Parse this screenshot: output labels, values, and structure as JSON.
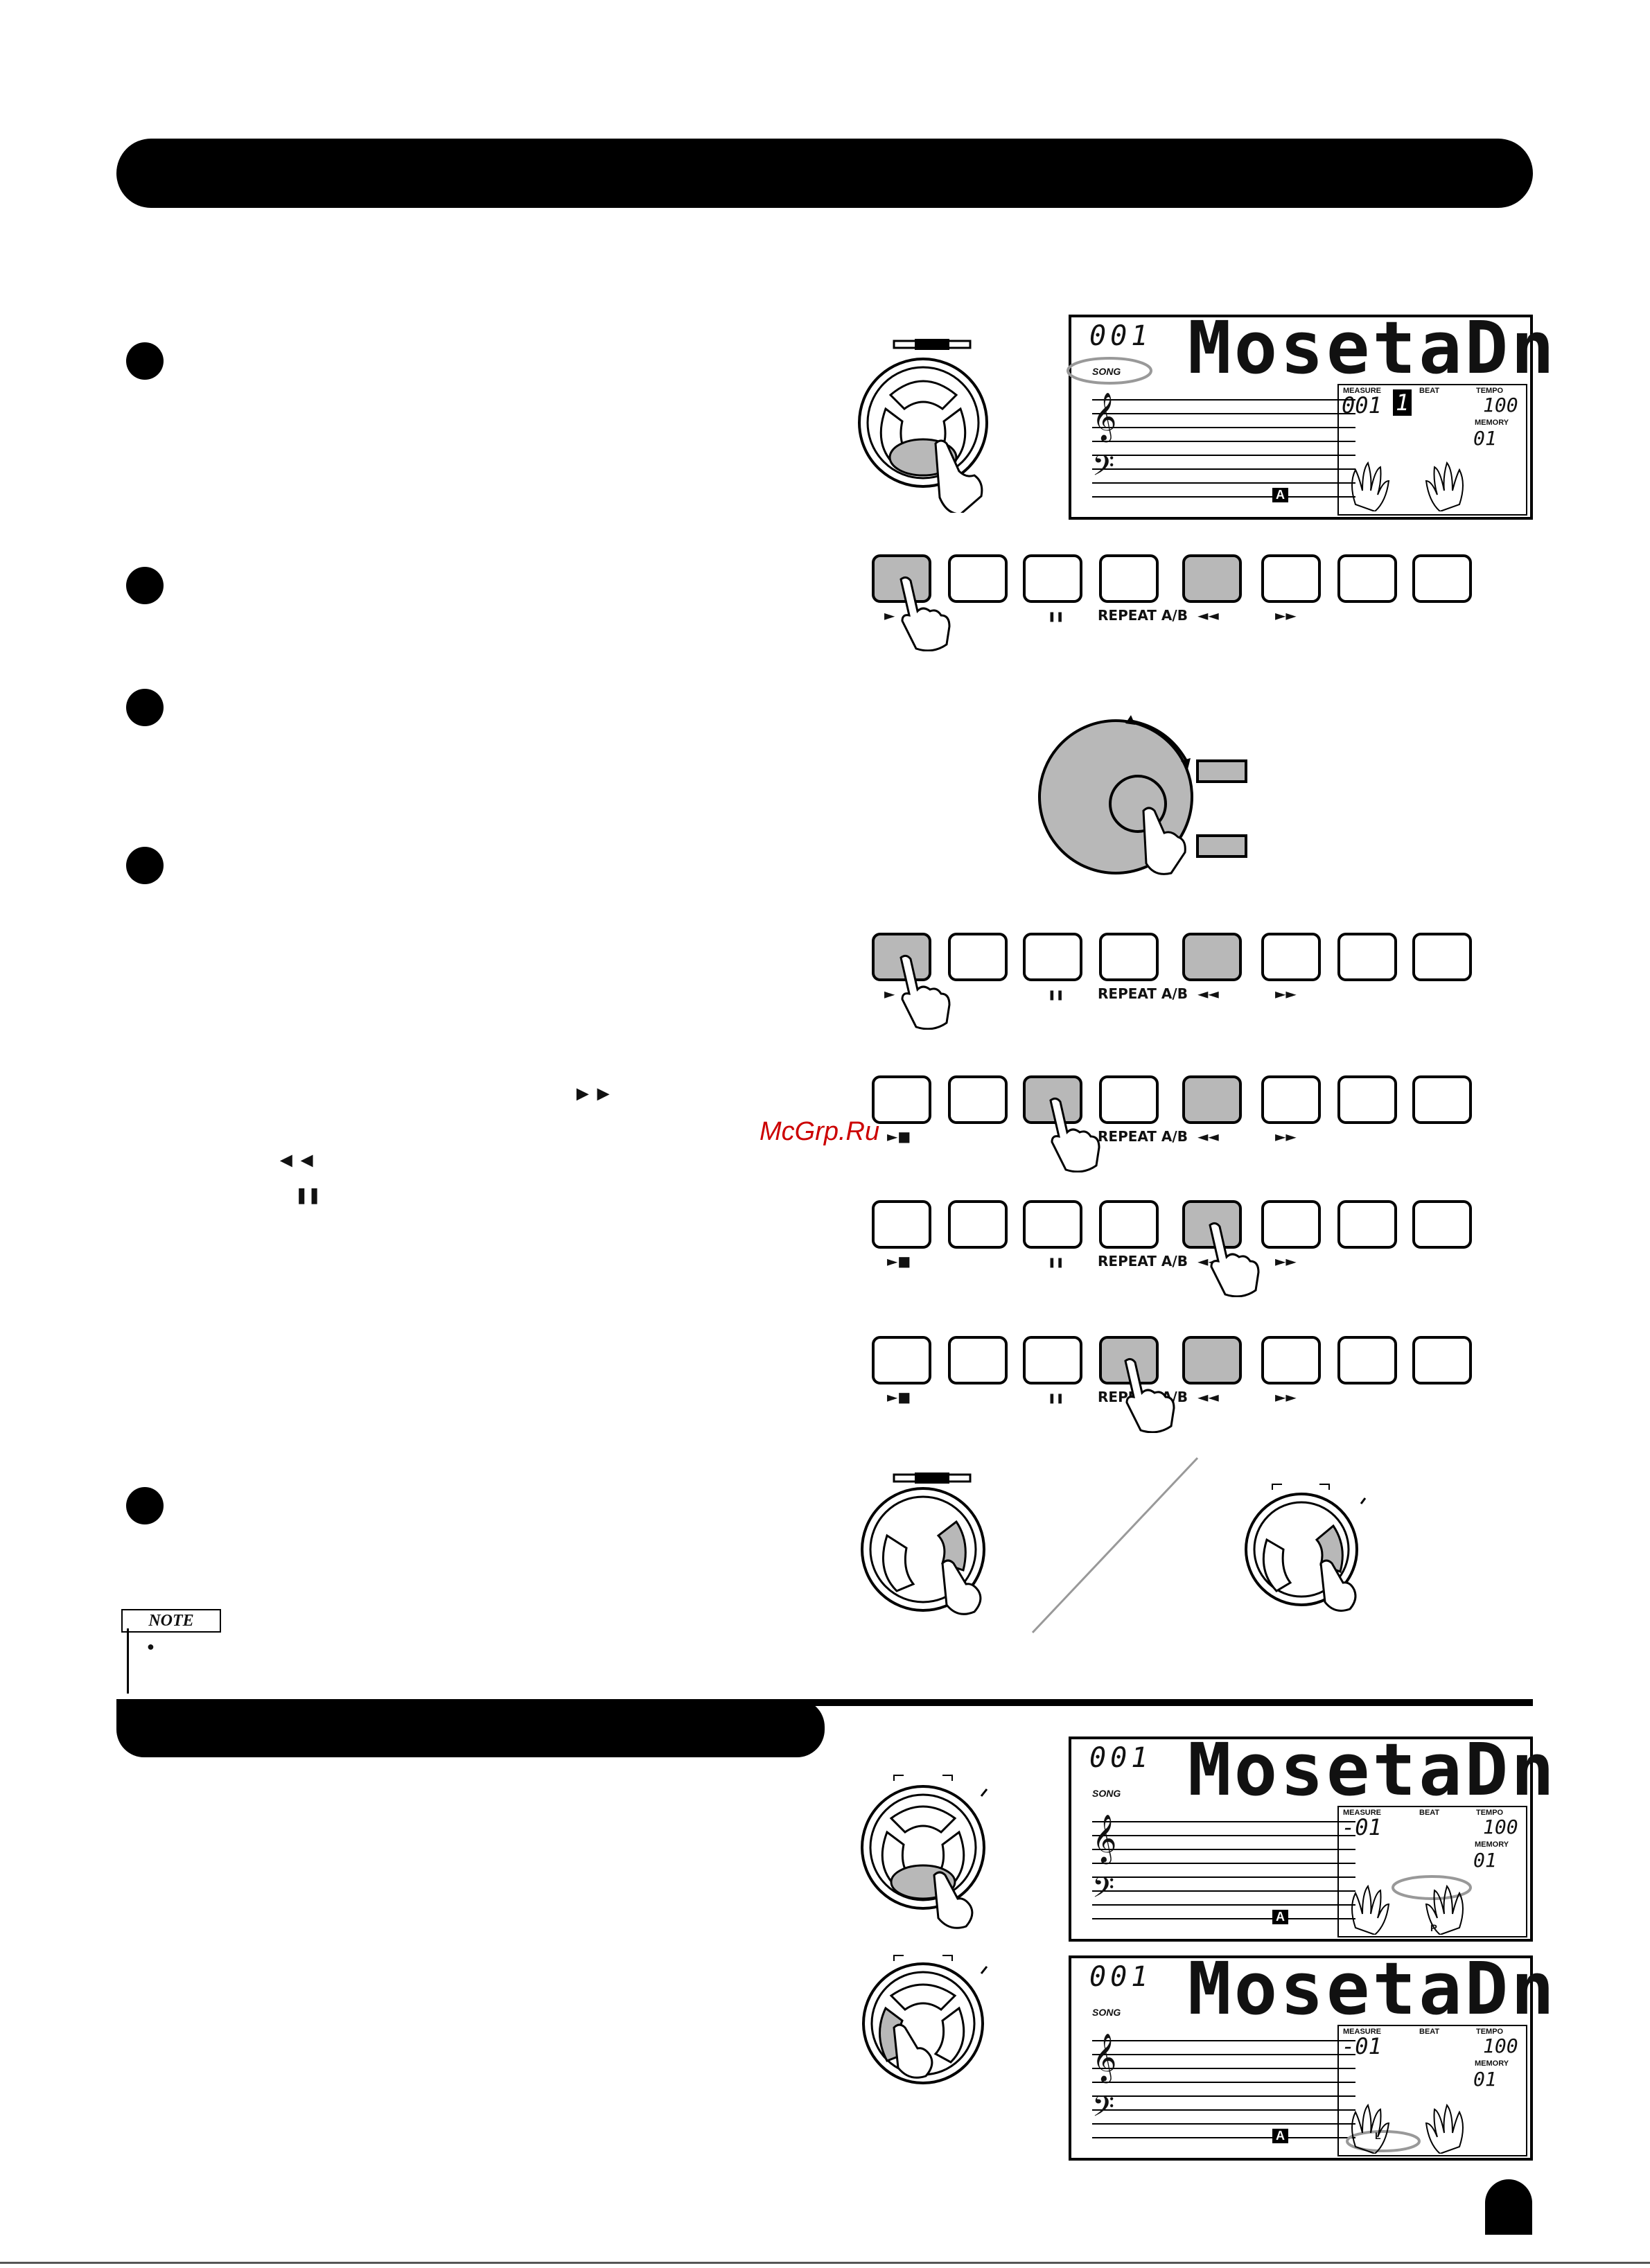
{
  "lcd_displays": [
    {
      "number": "001",
      "name": "MosetaDn",
      "song_label": "SONG",
      "measure_label": "MEASURE",
      "beat_label": "BEAT",
      "tempo_label": "TEMPO",
      "memory_label": "MEMORY",
      "measure_value": "001",
      "beat_value": "1",
      "tempo_value": "100",
      "memory_value": "01",
      "part_badge": "A"
    },
    {
      "number": "001",
      "name": "MosetaDn",
      "song_label": "SONG",
      "measure_label": "MEASURE",
      "beat_label": "BEAT",
      "tempo_label": "TEMPO",
      "memory_label": "MEMORY",
      "measure_value": "-01",
      "beat_value": "",
      "tempo_value": "100",
      "memory_value": "01",
      "part_badge": "A",
      "hand_mark": "R"
    },
    {
      "number": "001",
      "name": "MosetaDn",
      "song_label": "SONG",
      "measure_label": "MEASURE",
      "beat_label": "BEAT",
      "tempo_label": "TEMPO",
      "memory_label": "MEMORY",
      "measure_value": "-01",
      "beat_value": "",
      "tempo_value": "100",
      "memory_value": "01",
      "part_badge": "A",
      "hand_mark": "L"
    }
  ],
  "button_labels": {
    "play_stop": "►■",
    "pause": "❚❚",
    "repeat": "REPEAT A/B",
    "rewind": "◄◄",
    "fast_forward": "►►",
    "play_only": "►"
  },
  "text_glyphs": {
    "ff_glyph": "►►",
    "rew_glyph": "◄◄",
    "pause_glyph": "❚❚"
  },
  "note_label": "NOTE",
  "note_bullet": "●",
  "watermark": "McGrp.Ru"
}
